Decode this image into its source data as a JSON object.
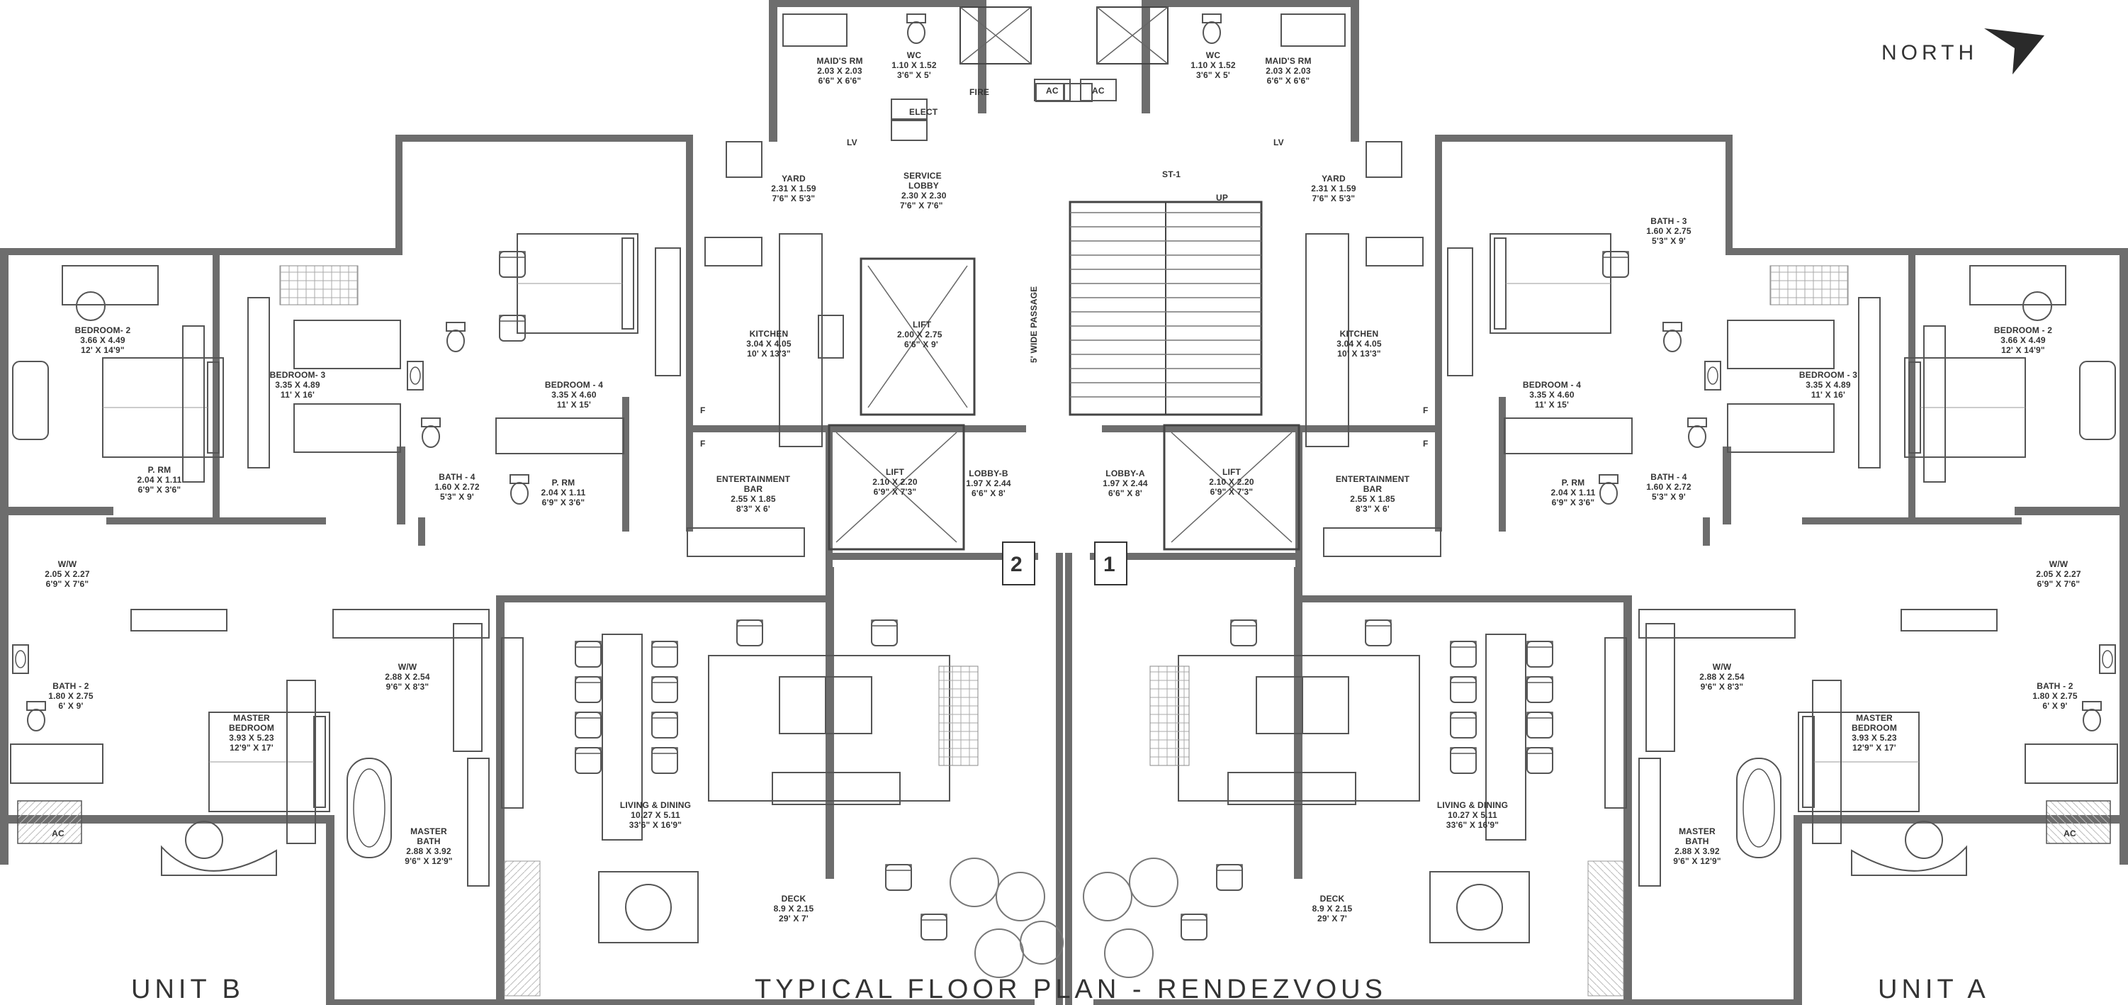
{
  "plan": {
    "title": "TYPICAL FLOOR  PLAN - RENDEZVOUS",
    "unit_left": "UNIT B",
    "unit_right": "UNIT A",
    "north": "NORTH",
    "units": [
      {
        "rooms": [
          {
            "id": "bedroom2",
            "name": "BEDROOM- 2",
            "dim_m": "3.66 X 4.49",
            "dim_ft": "12' X 14'9\""
          },
          {
            "id": "bedroom3",
            "name": "BEDROOM- 3",
            "dim_m": "3.35 X 4.89",
            "dim_ft": "11' X 16'"
          },
          {
            "id": "bedroom4",
            "name": "BEDROOM - 4",
            "dim_m": "3.35 X 4.60",
            "dim_ft": "11' X 15'"
          },
          {
            "id": "prm",
            "name": "P. RM",
            "dim_m": "2.04 X 1.11",
            "dim_ft": "6'9\" X 3'6\""
          },
          {
            "id": "prm2",
            "name": "P. RM",
            "dim_m": "2.04 X 1.11",
            "dim_ft": "6'9\" X 3'6\""
          },
          {
            "id": "bath4",
            "name": "BATH - 4",
            "dim_m": "1.60 X 2.72",
            "dim_ft": "5'3\" X 9'"
          },
          {
            "id": "ww1",
            "name": "W/W",
            "dim_m": "2.05 X 2.27",
            "dim_ft": "6'9\" X 7'6\""
          },
          {
            "id": "bath2",
            "name": "BATH - 2",
            "dim_m": "1.80 X 2.75",
            "dim_ft": "6' X 9'"
          },
          {
            "id": "ac",
            "name": "AC",
            "dim_m": "",
            "dim_ft": ""
          },
          {
            "id": "master",
            "name": "MASTER",
            "name2": "BEDROOM",
            "dim_m": "3.93 X 5.23",
            "dim_ft": "12'9\" X 17'"
          },
          {
            "id": "ww2",
            "name": "W/W",
            "dim_m": "2.88 X 2.54",
            "dim_ft": "9'6\" X 8'3\""
          },
          {
            "id": "mbath",
            "name": "MASTER",
            "name2": "BATH",
            "dim_m": "2.88 X 3.92",
            "dim_ft": "9'6\" X 12'9\""
          },
          {
            "id": "living",
            "name": "LIVING & DINING",
            "dim_m": "10.27 X 5.11",
            "dim_ft": "33'6\" X 16'9\""
          },
          {
            "id": "deck",
            "name": "DECK",
            "dim_m": "8.9 X 2.15",
            "dim_ft": "29' X 7'"
          },
          {
            "id": "kitchen",
            "name": "KITCHEN",
            "dim_m": "3.04 X 4.05",
            "dim_ft": "10' X 13'3\""
          },
          {
            "id": "yard",
            "name": "YARD",
            "dim_m": "2.31 X 1.59",
            "dim_ft": "7'6\" X 5'3\""
          },
          {
            "id": "maid",
            "name": "MAID'S RM",
            "dim_m": "2.03 X 2.03",
            "dim_ft": "6'6\" X 6'6\""
          },
          {
            "id": "wc",
            "name": "WC",
            "dim_m": "1.10 X 1.52",
            "dim_ft": "3'6\" X 5'"
          },
          {
            "id": "ebar",
            "name": "ENTERTAINMENT",
            "name2": "BAR",
            "dim_m": "2.55 X 1.85",
            "dim_ft": "8'3\" X 6'"
          },
          {
            "id": "lift",
            "name": "LIFT",
            "dim_m": "2.10 X 2.20",
            "dim_ft": "6'9\" X 7'3\""
          },
          {
            "id": "lobby",
            "name": "LOBBY-B",
            "dim_m": "1.97 X 2.44",
            "dim_ft": "6'6\" X 8'"
          }
        ]
      },
      {
        "rooms": [
          {
            "id": "bedroom2",
            "name": "BEDROOM - 2",
            "dim_m": "3.66 X 4.49",
            "dim_ft": "12' X 14'9\""
          },
          {
            "id": "bedroom3",
            "name": "BEDROOM - 3",
            "dim_m": "3.35 X 4.89",
            "dim_ft": "11' X 16'"
          },
          {
            "id": "bedroom4",
            "name": "BEDROOM - 4",
            "dim_m": "3.35 X 4.60",
            "dim_ft": "11' X 15'"
          },
          {
            "id": "bath3",
            "name": "BATH - 3",
            "dim_m": "1.60 X 2.75",
            "dim_ft": "5'3\" X 9'"
          },
          {
            "id": "prm",
            "name": "P. RM",
            "dim_m": "2.04 X 1.11",
            "dim_ft": "6'9\" X 3'6\""
          },
          {
            "id": "bath4",
            "name": "BATH - 4",
            "dim_m": "1.60 X 2.72",
            "dim_ft": "5'3\" X 9'"
          },
          {
            "id": "ww1",
            "name": "W/W",
            "dim_m": "2.05 X 2.27",
            "dim_ft": "6'9\" X 7'6\""
          },
          {
            "id": "bath2",
            "name": "BATH - 2",
            "dim_m": "1.80 X 2.75",
            "dim_ft": "6' X 9'"
          },
          {
            "id": "ac",
            "name": "AC",
            "dim_m": "",
            "dim_ft": ""
          },
          {
            "id": "master",
            "name": "MASTER",
            "name2": "BEDROOM",
            "dim_m": "3.93 X 5.23",
            "dim_ft": "12'9\" X 17'"
          },
          {
            "id": "ww2",
            "name": "W/W",
            "dim_m": "2.88 X 2.54",
            "dim_ft": "9'6\" X 8'3\""
          },
          {
            "id": "mbath",
            "name": "MASTER",
            "name2": "BATH",
            "dim_m": "2.88 X 3.92",
            "dim_ft": "9'6\" X 12'9\""
          },
          {
            "id": "living",
            "name": "LIVING & DINING",
            "dim_m": "10.27 X 5.11",
            "dim_ft": "33'6\" X 16'9\""
          },
          {
            "id": "deck",
            "name": "DECK",
            "dim_m": "8.9 X 2.15",
            "dim_ft": "29' X 7'"
          },
          {
            "id": "kitchen",
            "name": "KITCHEN",
            "dim_m": "3.04 X 4.05",
            "dim_ft": "10' X 13'3\""
          },
          {
            "id": "yard",
            "name": "YARD",
            "dim_m": "2.31 X 1.59",
            "dim_ft": "7'6\" X 5'3\""
          },
          {
            "id": "maid",
            "name": "MAID'S RM",
            "dim_m": "2.03 X 2.03",
            "dim_ft": "6'6\" X 6'6\""
          },
          {
            "id": "wc",
            "name": "WC",
            "dim_m": "1.10 X 1.52",
            "dim_ft": "3'6\" X 5'"
          },
          {
            "id": "ebar",
            "name": "ENTERTAINMENT",
            "name2": "BAR",
            "dim_m": "2.55 X 1.85",
            "dim_ft": "8'3\" X 6'"
          },
          {
            "id": "lift",
            "name": "LIFT",
            "dim_m": "2.10 X 2.20",
            "dim_ft": "6'9\" X 7'3\""
          },
          {
            "id": "lobby",
            "name": "LOBBY-A",
            "dim_m": "1.97 X 2.44",
            "dim_ft": "6'6\" X 8'"
          }
        ]
      }
    ],
    "core": {
      "service_lobby": {
        "name": "SERVICE",
        "name2": "LOBBY",
        "dim_m": "2.30 X 2.30",
        "dim_ft": "7'6\" X 7'6\""
      },
      "service_lift": {
        "name": "LIFT",
        "dim_m": "2.00 X 2.75",
        "dim_ft": "6'6\" X 9'"
      },
      "passage": "5' WIDE PASSAGE",
      "stair": "ST-1",
      "up": "UP",
      "ac_box": "AC",
      "lv": "LV",
      "elect": "ELECT",
      "fire": "FIRE",
      "f": "F",
      "unit_num_b": "2",
      "unit_num_a": "1"
    }
  }
}
